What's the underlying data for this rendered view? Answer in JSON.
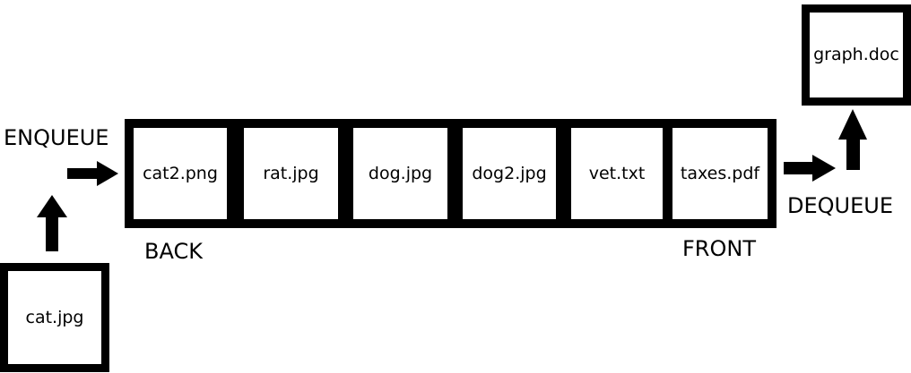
{
  "labels": {
    "enqueue": "ENQUEUE",
    "dequeue": "DEQUEUE",
    "back": "BACK",
    "front": "FRONT"
  },
  "incoming_item": "cat.jpg",
  "dequeued_item": "graph.doc",
  "queue_items": [
    "cat2.png",
    "rat.jpg",
    "dog.jpg",
    "dog2.jpg",
    "vet.txt",
    "taxes.pdf"
  ],
  "colors": {
    "stroke": "#000000",
    "background": "#ffffff"
  }
}
